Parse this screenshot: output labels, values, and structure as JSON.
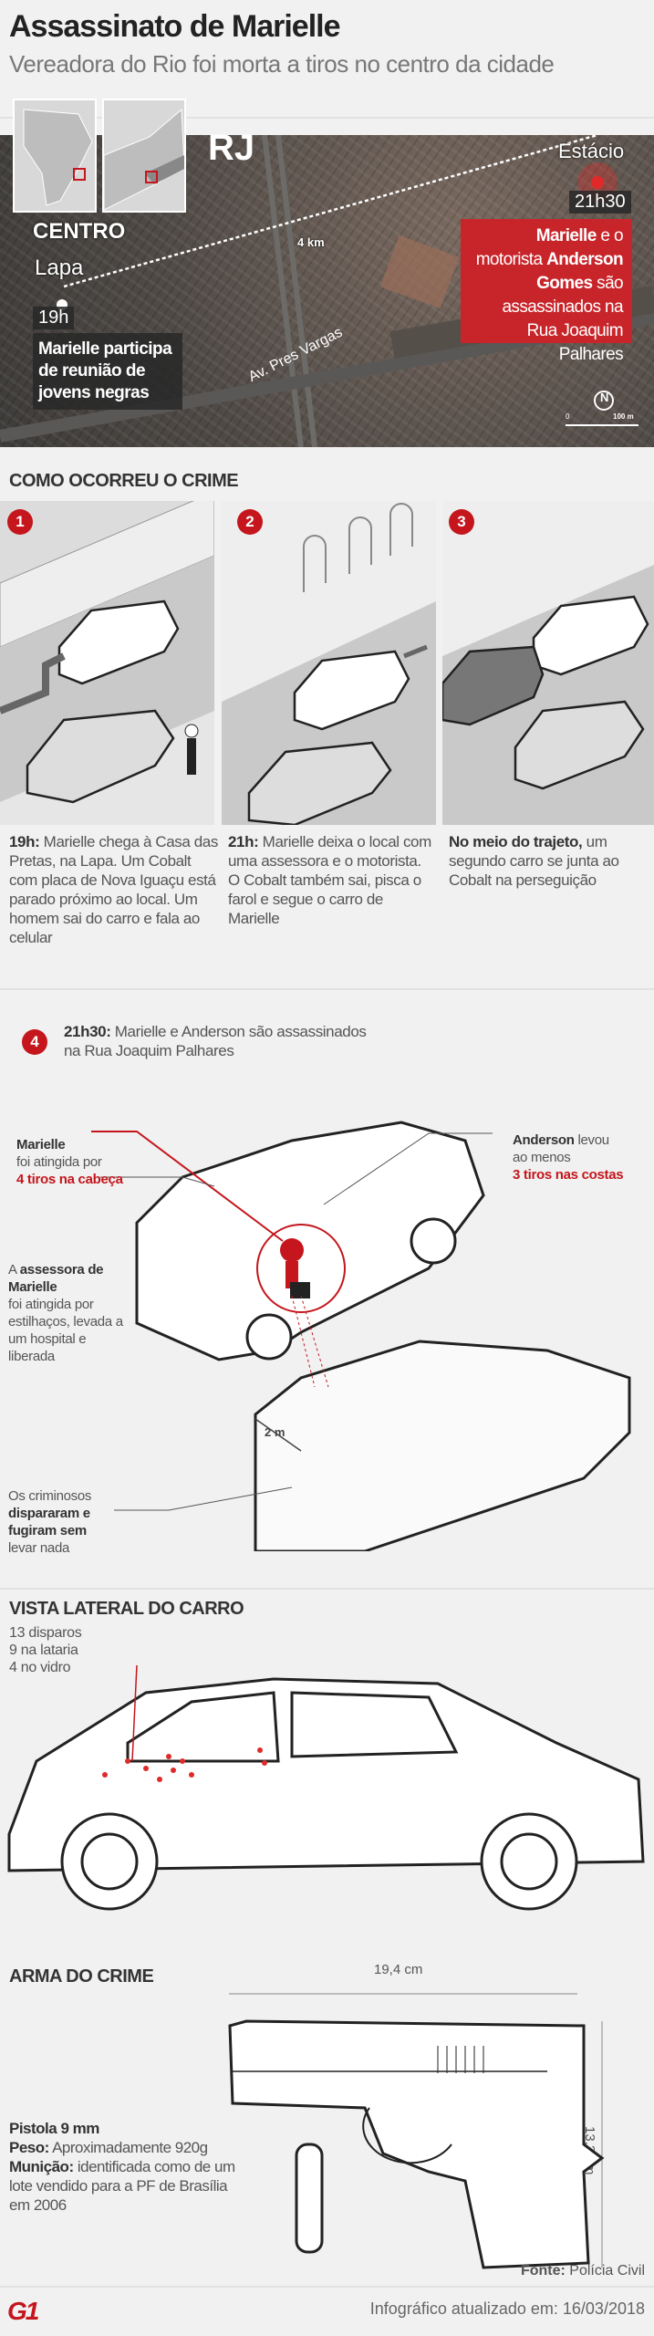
{
  "header": {
    "title": "Assassinato de Marielle",
    "subtitle": "Vereadora do Rio foi morta a tiros no centro da cidade"
  },
  "map": {
    "state": "RJ",
    "centro": "CENTRO",
    "lapa": "Lapa",
    "estacio": "Estácio",
    "distance": "4 km",
    "street": "Av. Pres Vargas",
    "time_start": "19h",
    "start_text": "Marielle participa de reunião de jovens negras",
    "time_end": "21h30",
    "end_bold1": "Marielle",
    "end_t1": " e o motorista ",
    "end_bold2": "Anderson Gomes",
    "end_t2": " são assassinados na Rua Joaquim Palhares",
    "north": "N",
    "scale_zero": "0",
    "scale_label": "100 m",
    "accent": "#c4161c"
  },
  "section1": {
    "title": "COMO OCORREU O CRIME",
    "steps": [
      {
        "num": "1",
        "bold": "19h:",
        "text": " Marielle chega à Casa das Pretas, na Lapa. Um Cobalt com placa de Nova Iguaçu está parado próximo ao local. Um homem sai do carro e fala ao celular"
      },
      {
        "num": "2",
        "bold": "21h:",
        "text": " Marielle deixa o local com uma assessora e o motorista. O Cobalt também sai, pisca o farol e segue o carro de Marielle"
      },
      {
        "num": "3",
        "bold": "No meio do trajeto,",
        "text": " um segundo carro se junta ao Cobalt na perseguição"
      }
    ]
  },
  "step4": {
    "num": "4",
    "bold": "21h30:",
    "text": " Marielle e Anderson são assassinados na Rua Joaquim Palhares",
    "marielle": {
      "name": "Marielle",
      "t": "foi atingida por",
      "red": "4 tiros na cabeça"
    },
    "anderson": {
      "name": "Anderson",
      "t1": " levou",
      "t2": "ao menos",
      "red": "3 tiros nas costas"
    },
    "assessora": {
      "a": "A ",
      "bold": "assessora de Marielle",
      "t": "foi atingida por estilhaços, levada a um hospital e liberada"
    },
    "distance": "2 m",
    "criminosos": {
      "t": "Os criminosos",
      "bold": "dispararam e fugiram sem",
      "t2": "levar nada"
    }
  },
  "section2": {
    "title": "VISTA LATERAL DO CARRO",
    "l1": "13 disparos",
    "l2": "9 na lataria",
    "l3": "4 no vidro"
  },
  "section3": {
    "title": "ARMA DO CRIME",
    "width": "19,4 cm",
    "height": "13,3 cm",
    "name": "Pistola 9 mm",
    "peso_label": "Peso:",
    "peso": " Aproximadamente 920g",
    "mun_label": "Munição:",
    "mun": " identificada como de um lote vendido para a PF de Brasília em 2006"
  },
  "footer": {
    "fonte_label": "Fonte:",
    "fonte": " Polícia Civil",
    "logo": "G1",
    "updated": "Infográfico atualizado em: 16/03/2018"
  }
}
